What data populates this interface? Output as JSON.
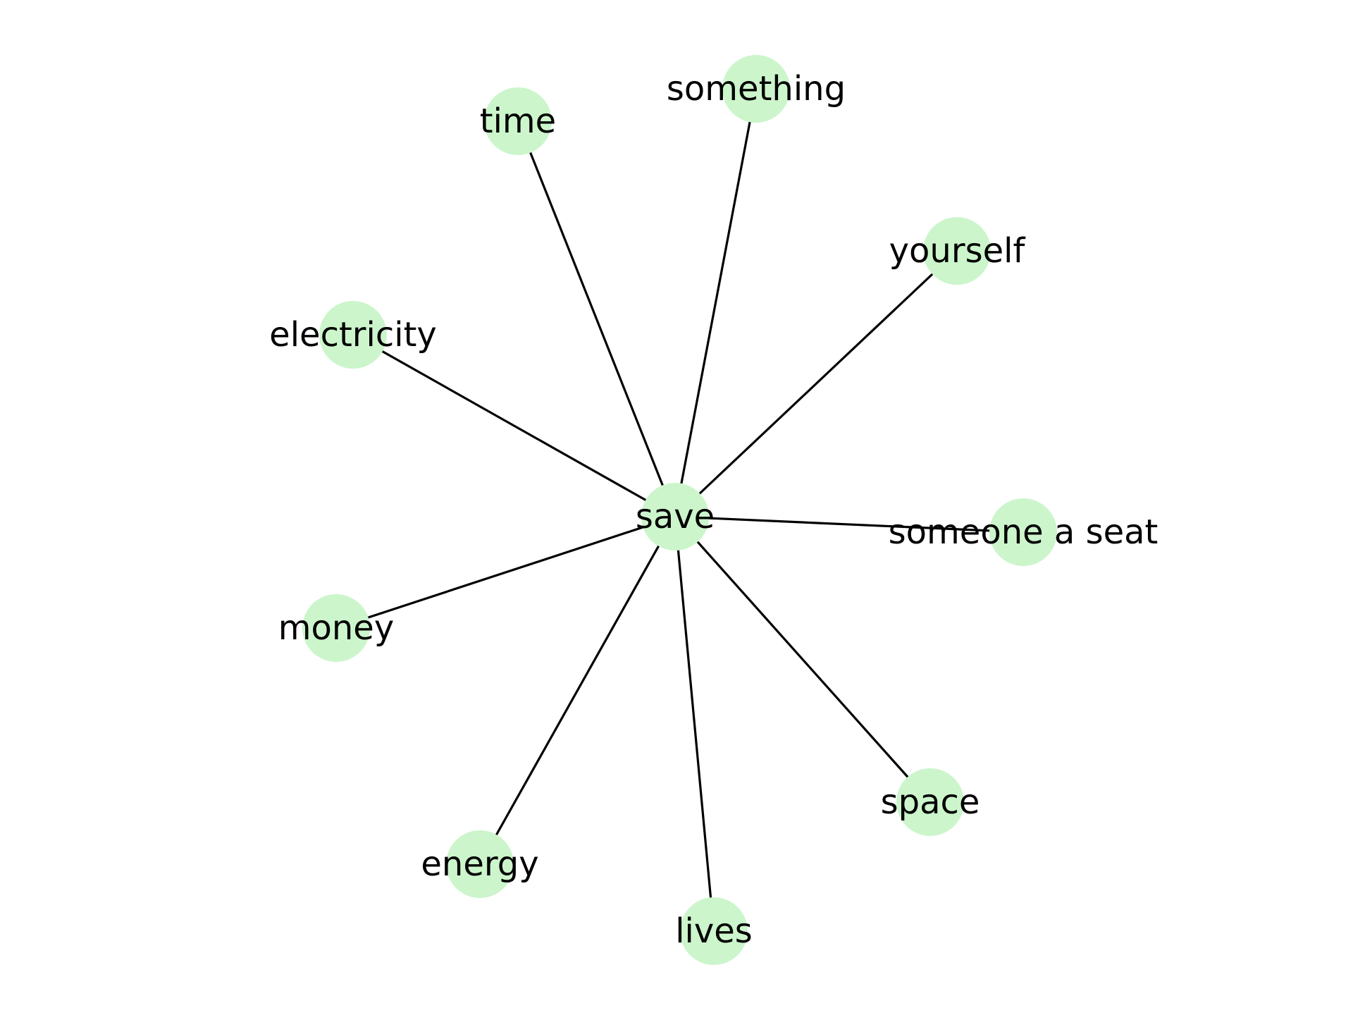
{
  "graph": {
    "center": {
      "id": "save",
      "label": "save"
    },
    "neighbors": [
      {
        "id": "time",
        "label": "time"
      },
      {
        "id": "something",
        "label": "something"
      },
      {
        "id": "yourself",
        "label": "yourself"
      },
      {
        "id": "electricity",
        "label": "electricity"
      },
      {
        "id": "someone-a-seat",
        "label": "someone a seat"
      },
      {
        "id": "money",
        "label": "money"
      },
      {
        "id": "space",
        "label": "space"
      },
      {
        "id": "energy",
        "label": "energy"
      },
      {
        "id": "lives",
        "label": "lives"
      }
    ],
    "colors": {
      "node_fill": "#ccf5cc",
      "edge": "#000000",
      "label": "#000000"
    }
  }
}
